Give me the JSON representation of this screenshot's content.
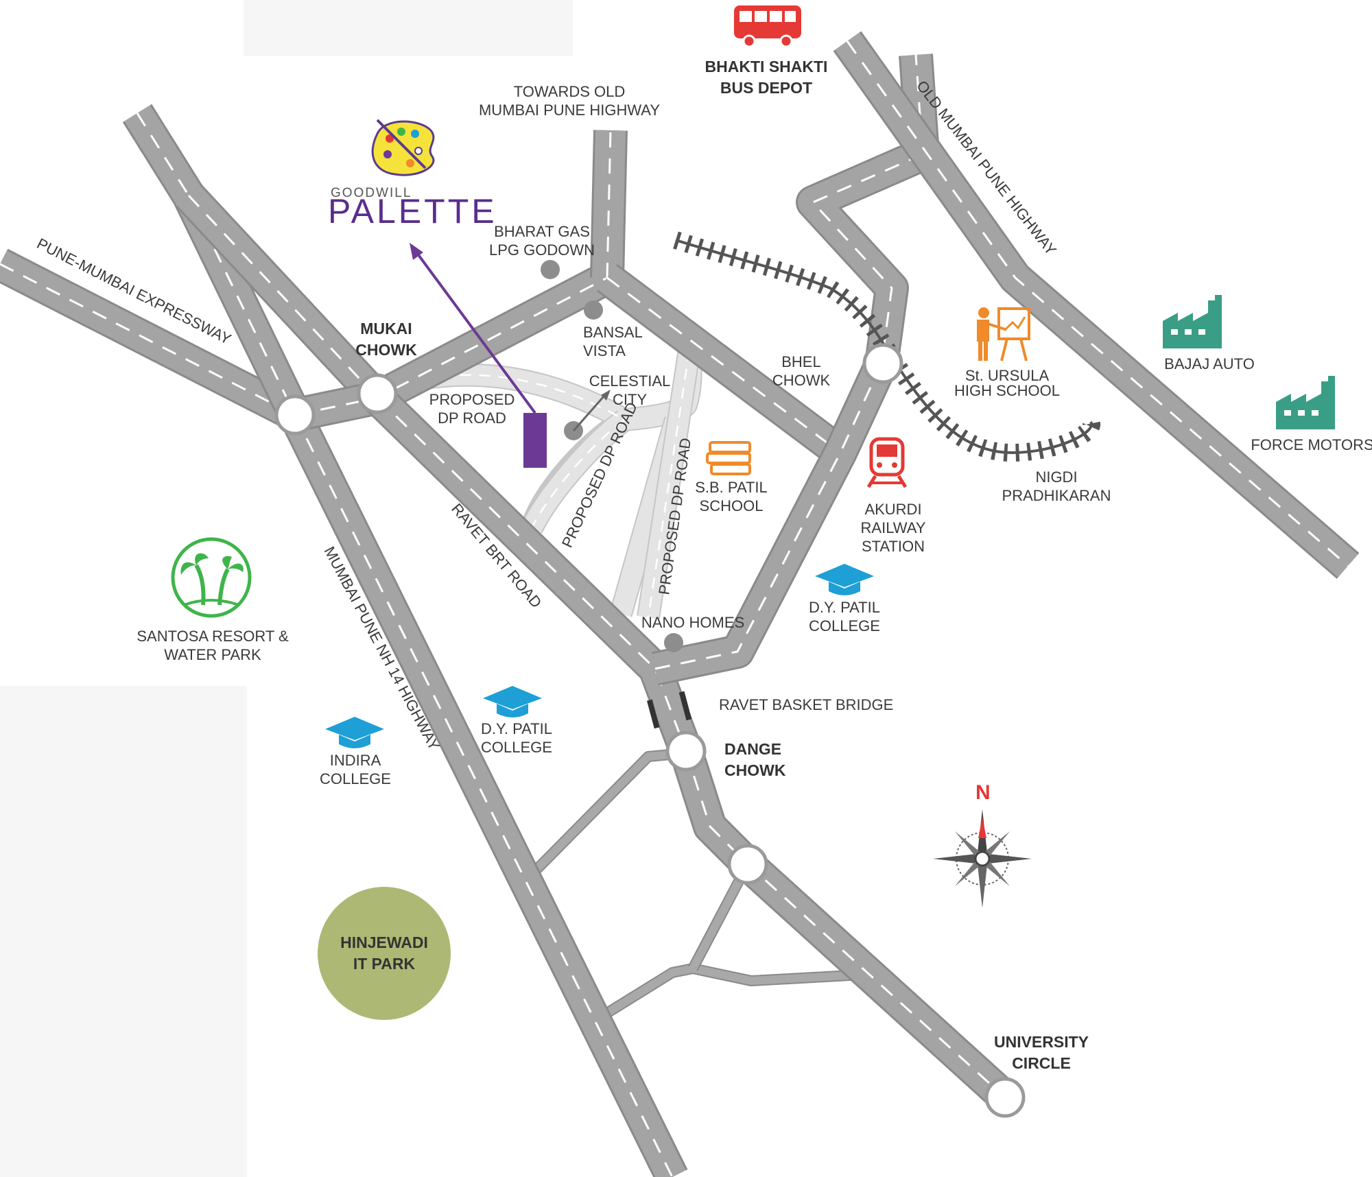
{
  "colors": {
    "road": "#a4a4a4",
    "project": "#6a3a94",
    "bus": "#e53935",
    "school_orange": "#f08a2a",
    "college_blue": "#1e9fd6",
    "industry_teal": "#3a9e86",
    "resort_green": "#3fb44a",
    "it_park": "#adb874",
    "railway": "#555555"
  },
  "project": {
    "brand_top": "GOODWILL",
    "brand_name": "PALETTE",
    "icon": "palette-icon"
  },
  "junctions": {
    "mukai": [
      "MUKAI",
      "CHOWK"
    ],
    "bhel": [
      "BHEL",
      "CHOWK"
    ],
    "dange": [
      "DANGE",
      "CHOWK"
    ],
    "university": [
      "UNIVERSITY",
      "CIRCLE"
    ]
  },
  "roads": {
    "expressway": "PUNE-MUMBAI EXPRESSWAY",
    "nh14": "MUMBAI PUNE NH 14 HIGHWAY",
    "old_highway": "OLD MUMBAI PUNE HIGHWAY",
    "ravet_brt": "RAVET BRT ROAD",
    "towards_old": [
      "TOWARDS OLD",
      "MUMBAI PUNE HIGHWAY"
    ],
    "proposed_dp_1": [
      "PROPOSED",
      "DP ROAD"
    ],
    "proposed_dp_2": "PROPOSED DP ROAD",
    "proposed_dp_3": "PROPOSED DP ROAD",
    "ravet_bridge": "RAVET BASKET BRIDGE"
  },
  "landmarks": {
    "bus_depot": {
      "lines": [
        "BHAKTI SHAKTI",
        "BUS DEPOT"
      ],
      "icon": "bus-icon"
    },
    "bharat_gas": {
      "lines": [
        "BHARAT GAS",
        "LPG GODOWN"
      ]
    },
    "bansal_vista": {
      "lines": [
        "BANSAL",
        "VISTA"
      ]
    },
    "celestial_city": {
      "lines": [
        "CELESTIAL",
        "CITY"
      ]
    },
    "sb_patil": {
      "lines": [
        "S.B. PATIL",
        "SCHOOL"
      ],
      "icon": "books-icon"
    },
    "st_ursula": {
      "lines": [
        "St. URSULA",
        "HIGH SCHOOL"
      ],
      "icon": "teacher-icon"
    },
    "akurdi": {
      "lines": [
        "AKURDI",
        "RAILWAY",
        "STATION"
      ],
      "icon": "train-icon"
    },
    "nigdi": {
      "lines": [
        "NIGDI",
        "PRADHIKARAN"
      ]
    },
    "bajaj": {
      "lines": [
        "BAJAJ AUTO"
      ],
      "icon": "factory-icon"
    },
    "force": {
      "lines": [
        "FORCE MOTORS"
      ],
      "icon": "factory-icon"
    },
    "dy_patil_1": {
      "lines": [
        "D.Y. PATIL",
        "COLLEGE"
      ],
      "icon": "graduation-cap-icon"
    },
    "dy_patil_2": {
      "lines": [
        "D.Y. PATIL",
        "COLLEGE"
      ],
      "icon": "graduation-cap-icon"
    },
    "indira": {
      "lines": [
        "INDIRA",
        "COLLEGE"
      ],
      "icon": "graduation-cap-icon"
    },
    "nano_homes": {
      "lines": [
        "NANO HOMES"
      ]
    },
    "santosa": {
      "lines": [
        "SANTOSA RESORT &",
        "WATER PARK"
      ],
      "icon": "palm-tree-icon"
    },
    "hinjewadi": {
      "lines": [
        "HINJEWADI",
        "IT PARK"
      ]
    }
  },
  "compass": {
    "north_label": "N",
    "icon": "compass-rose-icon"
  }
}
